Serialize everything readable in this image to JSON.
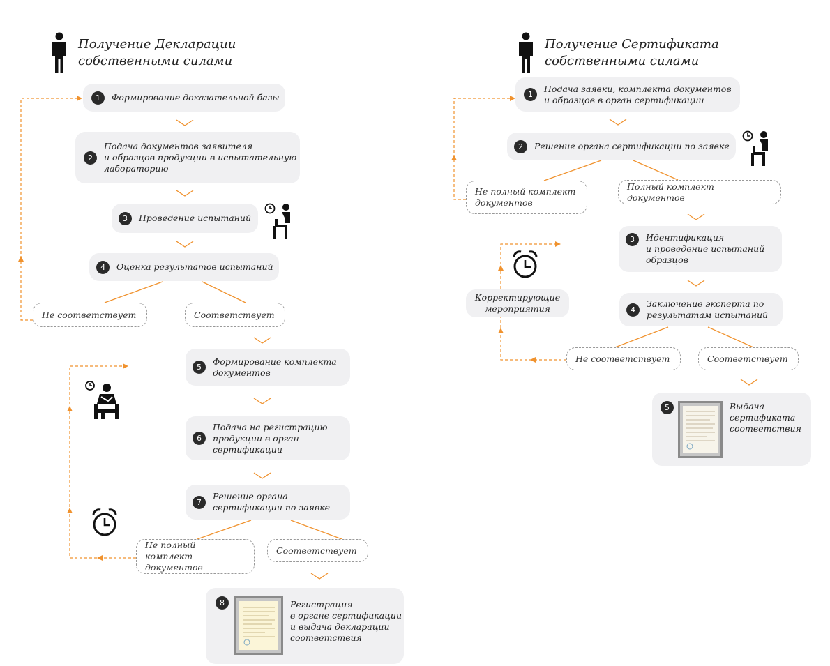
{
  "left": {
    "title": "Получение Декларации\nсобственными силами",
    "steps": [
      {
        "num": "1",
        "text": "Формирование доказательной базы"
      },
      {
        "num": "2",
        "text": "Подача документов заявителя\nи образцов продукции в испытательную\nлабораторию"
      },
      {
        "num": "3",
        "text": "Проведение испытаний"
      },
      {
        "num": "4",
        "text": "Оценка результатов испытаний"
      },
      {
        "num": "5",
        "text": "Формирование комплекта\nдокументов"
      },
      {
        "num": "6",
        "text": "Подача на регистрацию\nпродукции в орган\nсертификации"
      },
      {
        "num": "7",
        "text": "Решение органа\nсертификации по заявке"
      },
      {
        "num": "8",
        "text": "Регистрация\nв органе сертификации\nи выдача декларации\nсоответствия"
      }
    ],
    "outcomes": {
      "not_match": "Не соответствует",
      "match": "Соответствует",
      "incomplete": "Не полный комплект\nдокументов",
      "match2": "Соответствует"
    }
  },
  "right": {
    "title": "Получение Сертификата\nсобственными силами",
    "steps": [
      {
        "num": "1",
        "text": "Подача заявки, комплекта документов\nи образцов в орган сертификации"
      },
      {
        "num": "2",
        "text": "Решение органа сертификации по заявке"
      },
      {
        "num": "3",
        "text": "Идентификация\nи проведение испытаний\nобразцов"
      },
      {
        "num": "4",
        "text": "Заключение эксперта по\nрезультатам испытаний"
      },
      {
        "num": "5",
        "text": "Выдача\nсертификата\nсоответствия"
      }
    ],
    "outcomes": {
      "incomplete": "Не полный комплект\nдокументов",
      "complete": "Полный комплект документов",
      "corrective": "Корректирующие\nмероприятия",
      "not_match": "Не соответствует",
      "match": "Соответствует"
    }
  },
  "colors": {
    "accent": "#f0922e",
    "box": "#f0f0f2",
    "badge": "#2a2a2a"
  },
  "icons": [
    "person-icon",
    "person-seated-clock-icon",
    "person-working-clock-icon",
    "alarm-clock-icon",
    "certificate-icon"
  ]
}
